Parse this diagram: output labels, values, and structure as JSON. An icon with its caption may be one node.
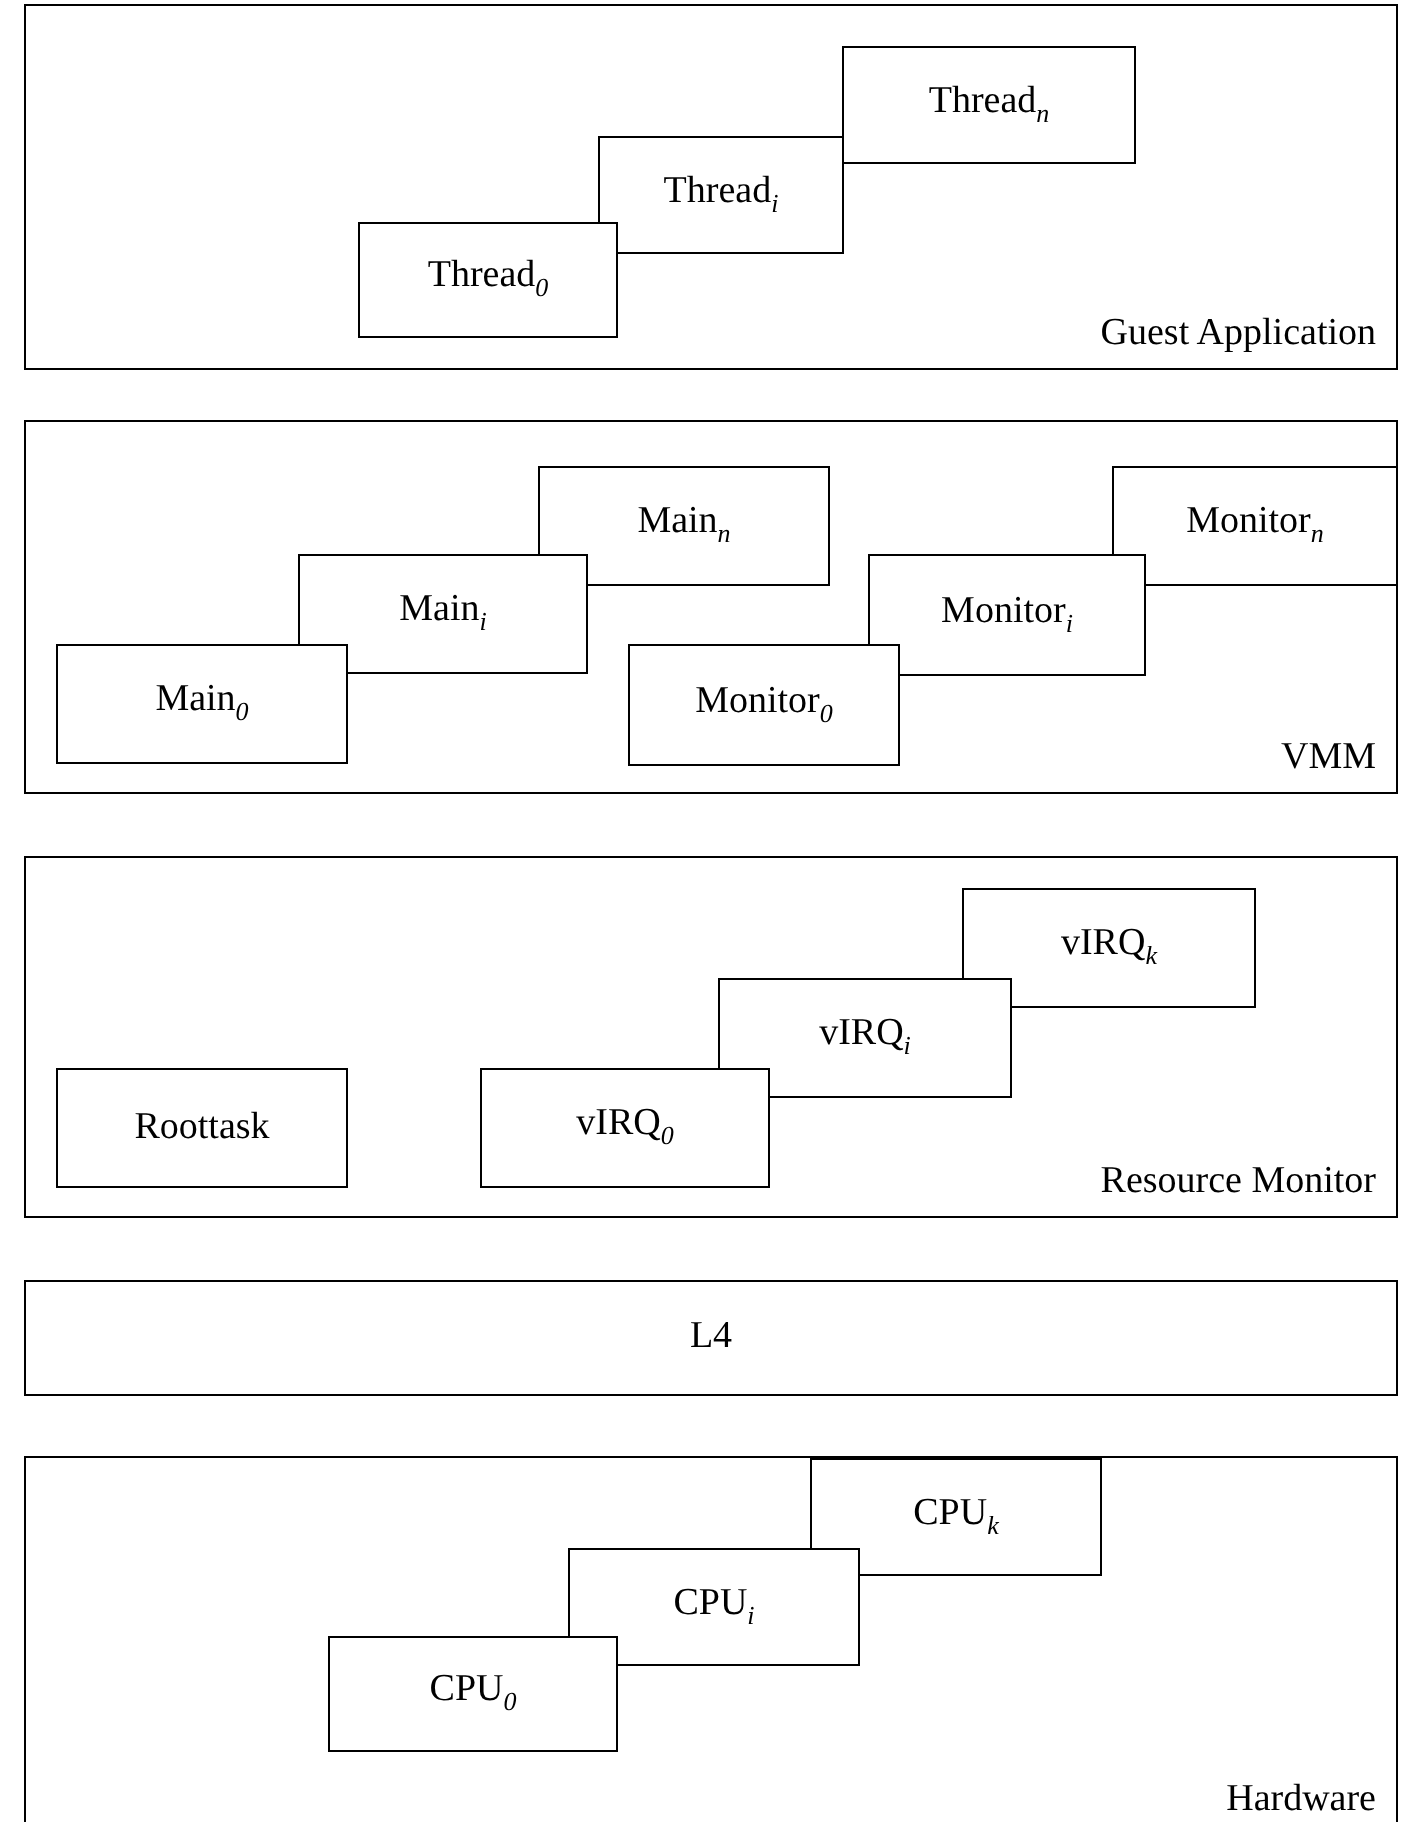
{
  "diagram": {
    "nodes": [
      {
        "text": [
          "Guest Application"
        ]
      },
      {
        "text": [
          "Thread$_{0}$"
        ],
        "in": 0
      },
      {
        "text": [
          "Thread$_{i}$"
        ],
        "in": 0
      },
      {
        "text": [
          "Thread$_{n}$"
        ],
        "in": 0
      },
      {
        "text": [
          "VMM"
        ]
      },
      {
        "text": [
          "Main$_{0}$"
        ],
        "in": 4
      },
      {
        "text": [
          "Main$_{i}$"
        ],
        "in": 4
      },
      {
        "text": [
          "Main$_{n}$"
        ],
        "in": 4
      },
      {
        "text": [
          "Monitor$_{0}$"
        ],
        "in": 4
      },
      {
        "text": [
          "Monitor$_{i}$"
        ],
        "in": 4
      },
      {
        "text": [
          "Monitor$_{n}$"
        ],
        "in": 4
      },
      {
        "text": [
          "Resource Monitor"
        ]
      },
      {
        "text": [
          "Roottask"
        ],
        "in": 11
      },
      {
        "text": [
          "vIRQ$_{0}$"
        ],
        "in": 11
      },
      {
        "text": [
          "vIRQ$_{i}$"
        ],
        "in": 11
      },
      {
        "text": [
          "vIRQ$_{k}$"
        ],
        "in": 11
      },
      {
        "text": [
          "L4"
        ]
      },
      {
        "text": [
          "Hardware"
        ]
      },
      {
        "text": [
          "CPU$_{0}$"
        ],
        "in": 17
      },
      {
        "text": [
          "CPU$_{i}$"
        ],
        "in": 17
      },
      {
        "text": [
          "CPU$_{k}$"
        ],
        "in": 17
      }
    ]
  }
}
